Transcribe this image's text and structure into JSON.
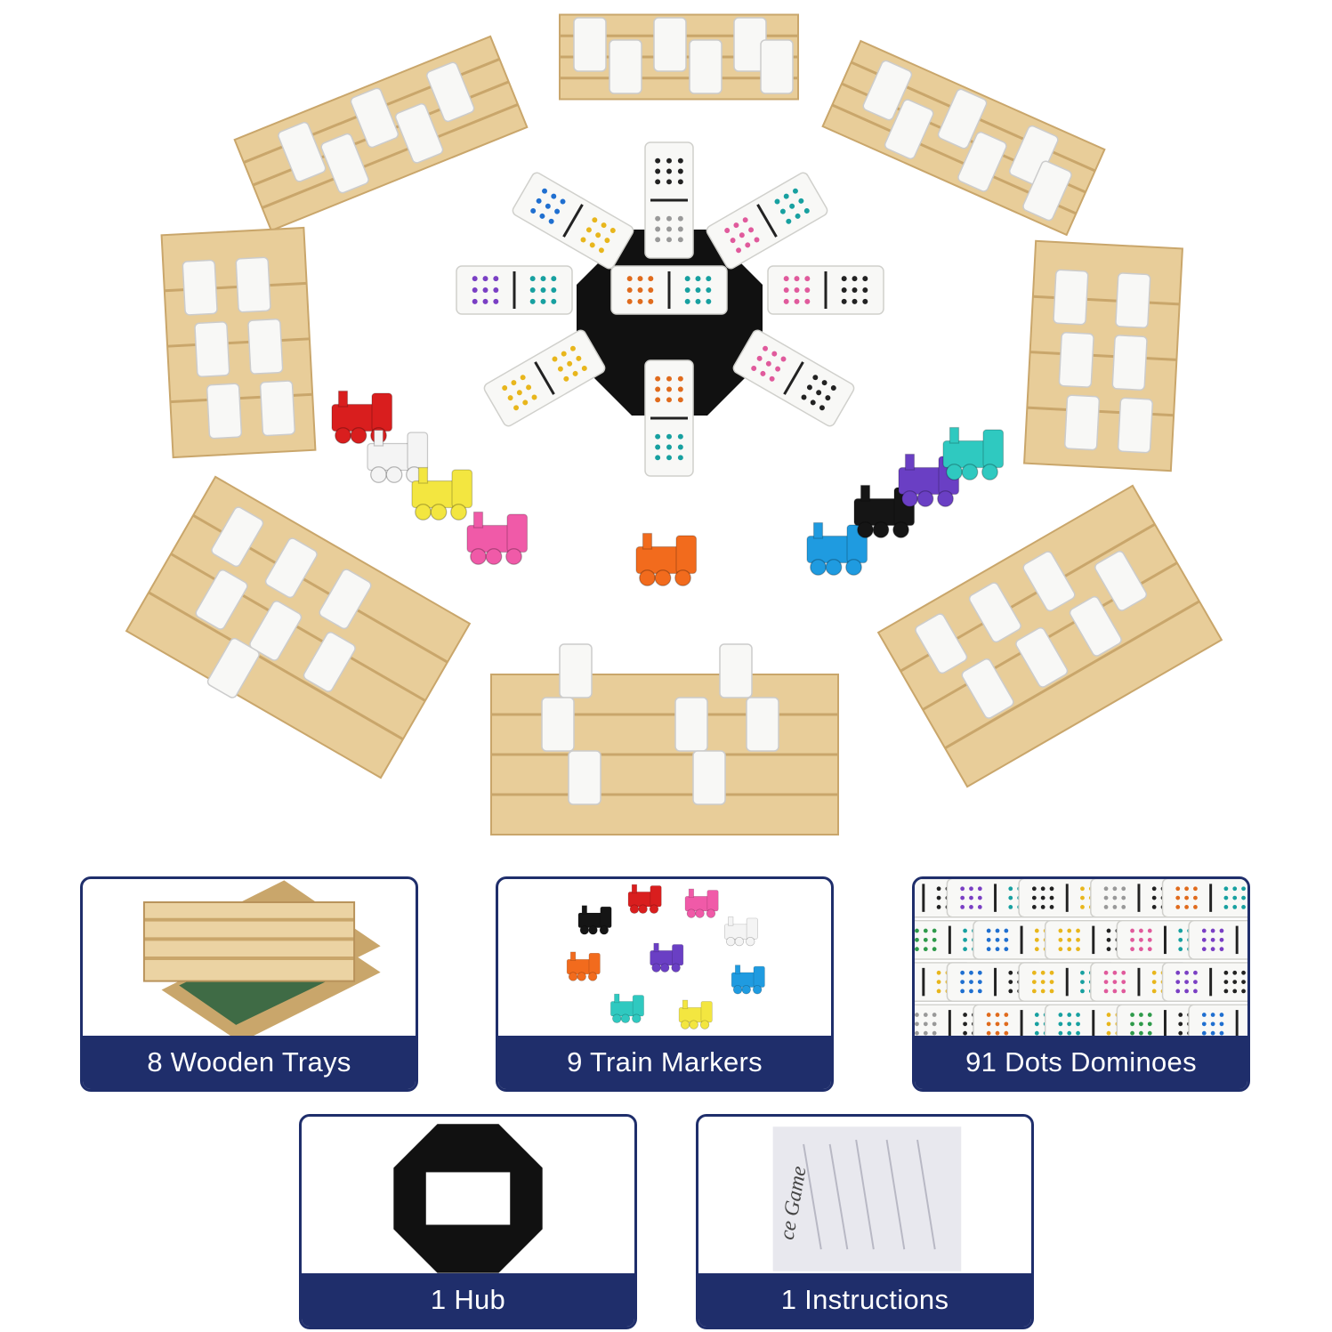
{
  "colors": {
    "label_bg": "#1f2e6b",
    "wood": "#e8cd99",
    "wood_dark": "#c9a66b",
    "hub": "#111111",
    "domino": "#f8f8f6"
  },
  "trains": [
    {
      "color": "#d91e1e"
    },
    {
      "color": "#f4f4f4"
    },
    {
      "color": "#f3e640"
    },
    {
      "color": "#f05aa8"
    },
    {
      "color": "#f26b1d"
    },
    {
      "color": "#1f9be0"
    },
    {
      "color": "#151515"
    },
    {
      "color": "#6a3fc4"
    },
    {
      "color": "#2fc9c0"
    }
  ],
  "items": [
    {
      "label": "8 Wooden Trays",
      "icon": "wooden-trays"
    },
    {
      "label": "9 Train Markers",
      "icon": "train-markers"
    },
    {
      "label": "91 Dots Dominoes",
      "icon": "dominoes"
    },
    {
      "label": "1 Hub",
      "icon": "hub"
    },
    {
      "label": "1 Instructions",
      "icon": "instructions"
    }
  ],
  "instructions_snippet": "ce Game"
}
